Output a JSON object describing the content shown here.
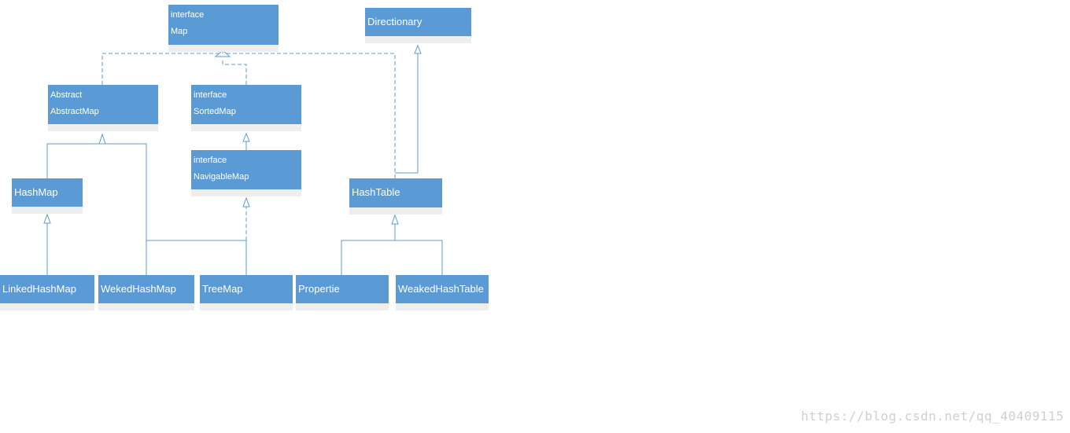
{
  "nodes": {
    "map": {
      "line1": "interface",
      "line2": "Map"
    },
    "directionary": {
      "label": "Directionary"
    },
    "abstract_map": {
      "line1": "Abstract",
      "line2": "AbstractMap"
    },
    "sorted_map": {
      "line1": "interface",
      "line2": "SortedMap"
    },
    "navigable_map": {
      "line1": "interface",
      "line2": "NavigableMap"
    },
    "hash_map": {
      "label": "HashMap"
    },
    "hash_table": {
      "label": "HashTable"
    },
    "linked_hash_map": {
      "label": "LinkedHashMap"
    },
    "weked_hash_map": {
      "label": "WekedHashMap"
    },
    "tree_map": {
      "label": "TreeMap"
    },
    "propertie": {
      "label": "Propertie"
    },
    "weaked_hash_table": {
      "label": "WeakedHashTable"
    }
  },
  "colors": {
    "node_fill": "#5b9bd5",
    "node_footer": "#eeeeee",
    "line": "#5b9bd5"
  },
  "watermark": "https://blog.csdn.net/qq_40409115"
}
